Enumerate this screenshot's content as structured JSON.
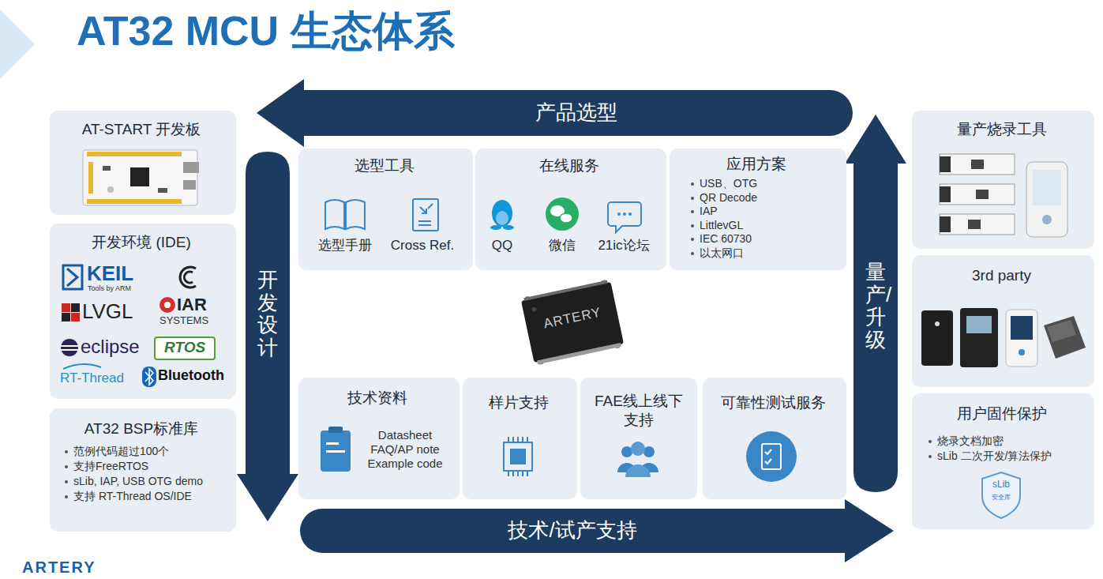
{
  "diagram": {
    "title": "AT32 MCU 生态体系",
    "nodes": [
      {
        "text": [
          "AT-START 开发板"
        ]
      },
      {
        "text": [
          "开发环境 (IDE)"
        ]
      },
      {
        "text": [
          "AT32 BSP标准库",
          "范例代码超过100个",
          "支持FreeRTOS",
          "sLib, IAP, USB OTG demo",
          "支持 RT-Thread OS/IDE"
        ]
      },
      {
        "text": [
          "产品选型"
        ]
      },
      {
        "text": [
          "开发设计"
        ]
      },
      {
        "text": [
          "技术/试产支持"
        ]
      },
      {
        "text": [
          "量产/升级"
        ]
      },
      {
        "text": [
          "选型工具",
          "选型手册",
          "Cross Ref."
        ]
      },
      {
        "text": [
          "在线服务",
          "QQ",
          "微信",
          "21ic论坛"
        ]
      },
      {
        "text": [
          "应用方案",
          "USB、OTG",
          "QR Decode",
          "IAP",
          "LittlevGL",
          "IEC 60730",
          "以太网口"
        ]
      },
      {
        "text": [
          "技术资料",
          "Datasheet FAQ/AP note Example code"
        ]
      },
      {
        "text": [
          "样片支持"
        ]
      },
      {
        "text": [
          "FAE线上线下支持"
        ]
      },
      {
        "text": [
          "可靠性测试服务"
        ]
      },
      {
        "text": [
          "量产烧录工具"
        ]
      },
      {
        "text": [
          "3rd party"
        ]
      },
      {
        "text": [
          "用户固件保护",
          "烧录文档加密",
          "sLib 二次开发/算法保护"
        ]
      }
    ],
    "labels": [
      "KEIL",
      "Tools by ARM",
      "LVGL",
      "IAR",
      "SYSTEMS",
      "eclipse",
      "RTOS",
      "RT-Thread",
      "Bluetooth",
      "ARTERY",
      "sLib",
      "安全库",
      "ARTERY"
    ]
  }
}
